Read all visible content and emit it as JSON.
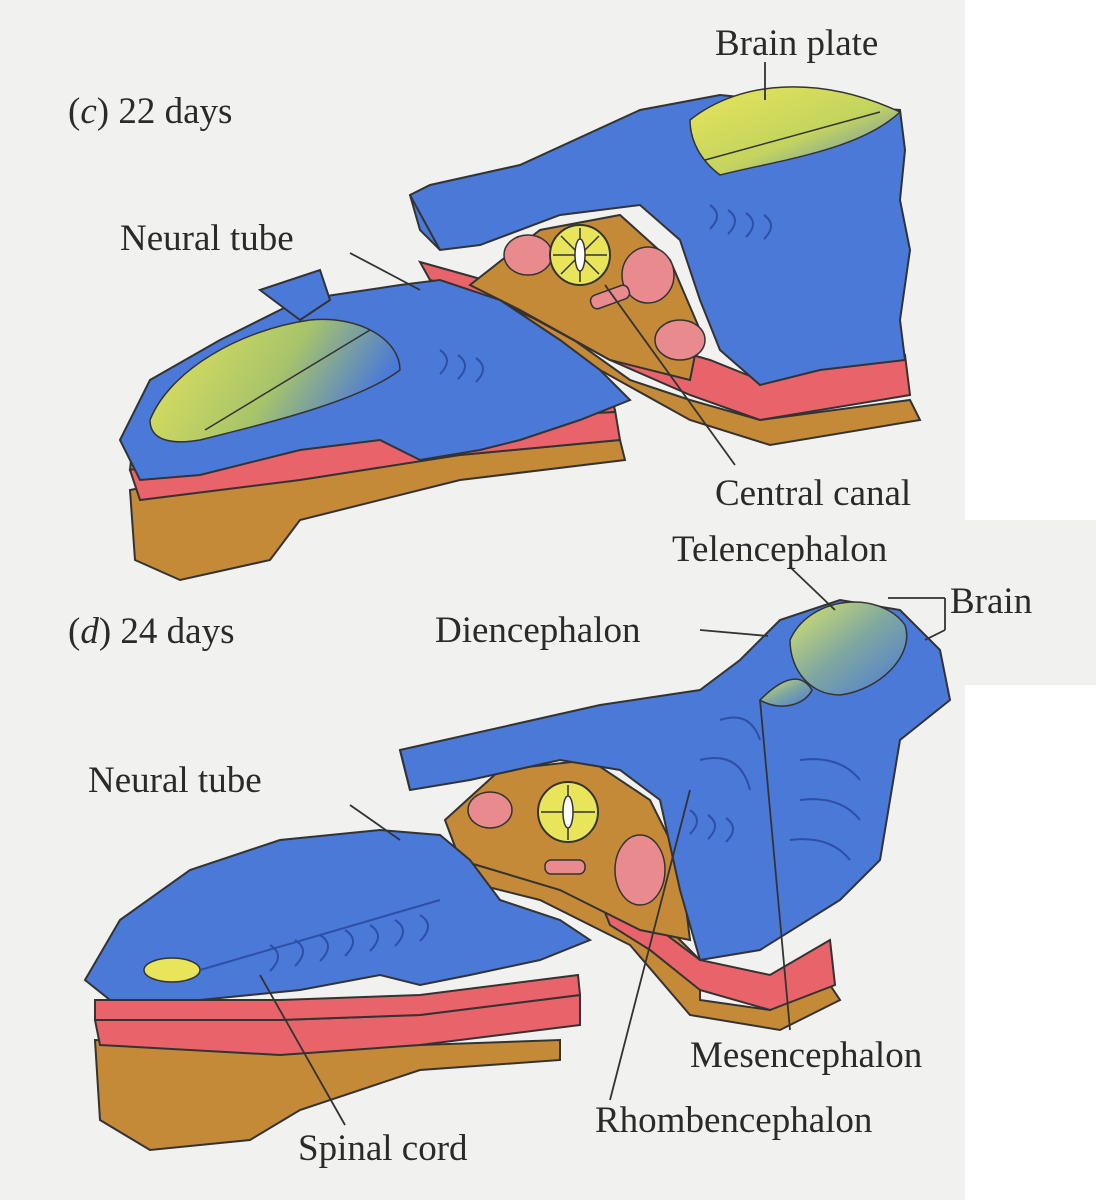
{
  "colors": {
    "background": "#f1f1ef",
    "neural_blue": "#4a79d8",
    "neural_blue_dark": "#2d4fa8",
    "plate_yellow": "#e8e55a",
    "somite_red": "#e9646a",
    "mesoderm_tan": "#c58a38",
    "tissue_pink": "#e88a8e",
    "line_color": "#333333"
  },
  "panel_c": {
    "letter": "c",
    "title": "22 days",
    "labels": {
      "brain_plate": "Brain plate",
      "neural_tube": "Neural tube",
      "central_canal": "Central canal"
    }
  },
  "panel_d": {
    "letter": "d",
    "title": "24 days",
    "labels": {
      "telencephalon": "Telencephalon",
      "diencephalon": "Diencephalon",
      "brain": "Brain",
      "neural_tube": "Neural tube",
      "mesencephalon": "Mesencephalon",
      "rhombencephalon": "Rhombencephalon",
      "spinal_cord": "Spinal cord"
    }
  }
}
